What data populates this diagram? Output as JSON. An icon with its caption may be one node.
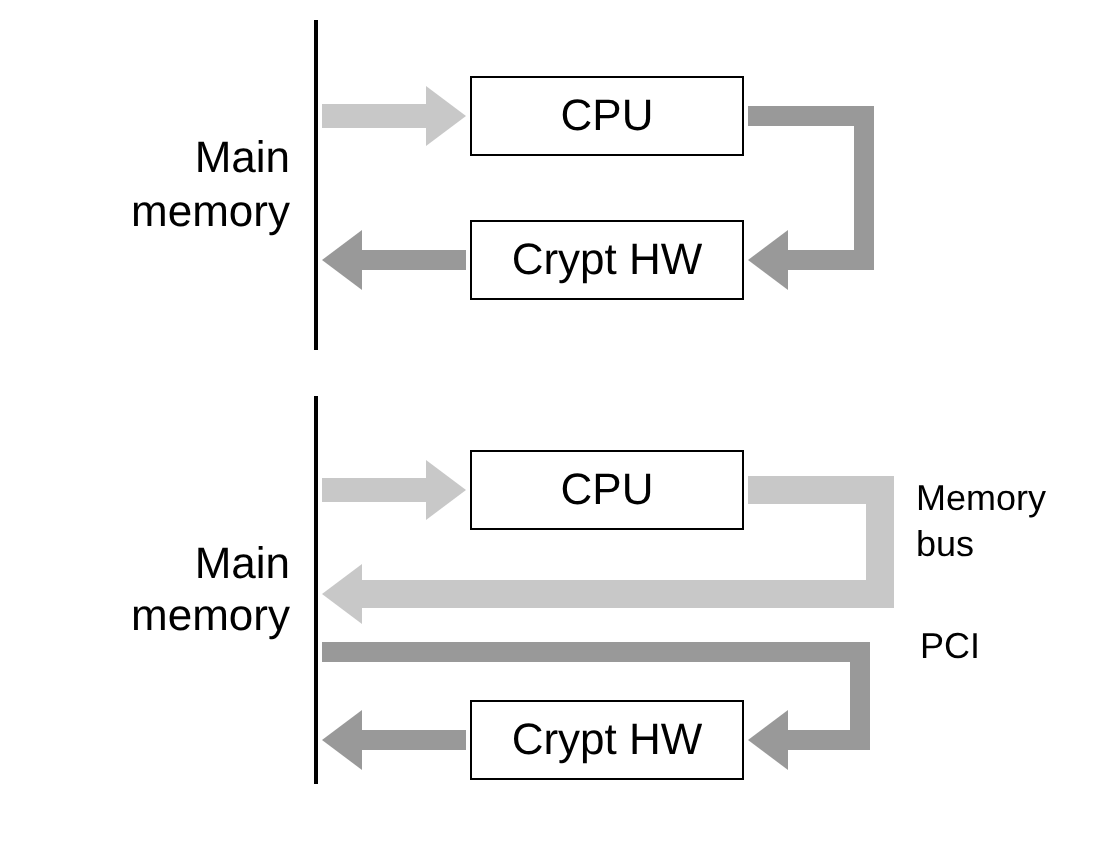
{
  "diagram": {
    "nodes": [
      {
        "text": [
          "Main memory"
        ]
      },
      {
        "text": [
          "CPU"
        ]
      },
      {
        "text": [
          "Crypt HW"
        ]
      },
      {
        "text": [
          "Main memory"
        ]
      },
      {
        "text": [
          "CPU"
        ]
      },
      {
        "text": [
          "Crypt HW"
        ]
      }
    ],
    "edges": [
      {
        "from": 0,
        "to": 1,
        "arrow": "to",
        "color": "#c8c8c8"
      },
      {
        "from": 1,
        "to": 2,
        "arrow": "to"
      },
      {
        "from": 2,
        "to": 0,
        "arrow": "to"
      },
      {
        "from": 3,
        "to": 4,
        "arrow": "to",
        "color": "#c8c8c8"
      },
      {
        "from": 4,
        "to": 3,
        "arrow": "to",
        "label": "Memory bus",
        "color": "#c8c8c8"
      },
      {
        "from": 3,
        "to": 5,
        "arrow": "to",
        "label": "PCI"
      },
      {
        "from": 5,
        "to": 3,
        "arrow": "to"
      }
    ]
  }
}
